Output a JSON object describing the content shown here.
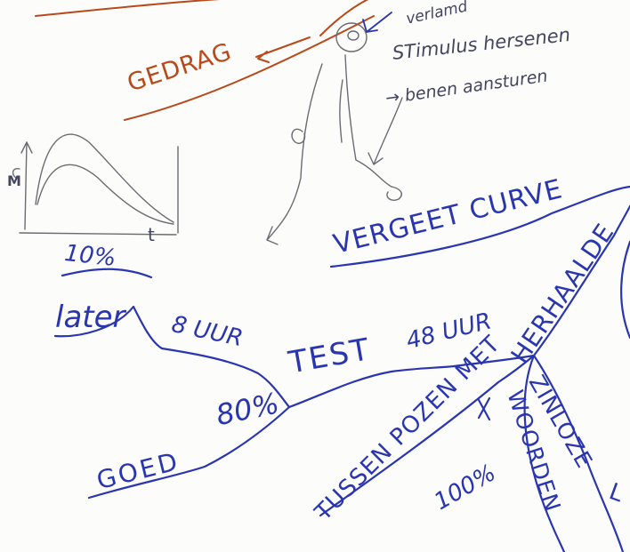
{
  "colors": {
    "paper": "#fcfcfa",
    "ink_blue": "#2a36b0",
    "ink_orange": "#b74a1a",
    "pencil_gray": "#6b6b73"
  },
  "labels": {
    "gedrag": "GEDRAG",
    "note_line1": "verlamd",
    "note_line2": "STimulus hersenen",
    "note_line3": "→ benen aansturen",
    "m_axis": "M",
    "t_axis": "t",
    "ten_percent": "10%",
    "later": "later",
    "acht_uur": "8 UUR",
    "test": "TEST",
    "achtenveertig_uur": "48 UUR",
    "vergeet_curve": "VERGEET CURVE",
    "herhaalde": "HERHAALDE",
    "tussen_pozen_met": "TUSSEN POZEN MET",
    "goed": "GOED",
    "tachtig_procent": "80%",
    "honderd_procent": "100%",
    "zinloze": "ZINLOZE",
    "woorden": "WOORDEN",
    "letter_l": "L"
  }
}
